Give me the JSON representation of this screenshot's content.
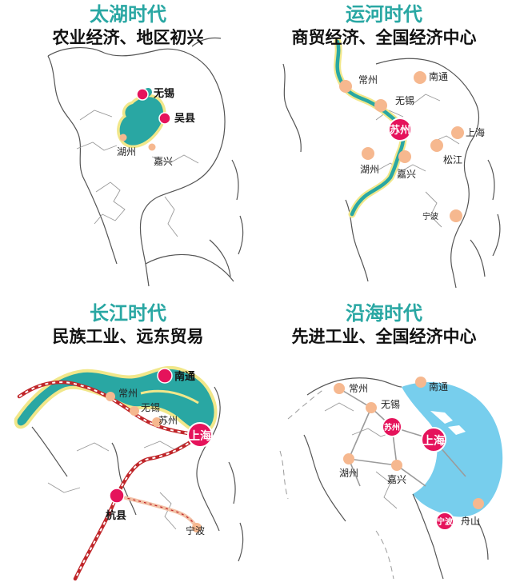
{
  "colors": {
    "teal": "#29a7a3",
    "title": "#29a7a3",
    "yellow_halo": "#f1e78a",
    "major_city": "#e5135b",
    "minor_city": "#f6b88f",
    "sea": "#5fc6ea",
    "rail_red": "#c0262a",
    "rail_light": "#f2c1a6",
    "outline": "#555555"
  },
  "panels": [
    {
      "title": "太湖时代",
      "subtitle": "农业经济、地区初兴",
      "cities": [
        {
          "name": "无锡",
          "kind": "major"
        },
        {
          "name": "吴县",
          "kind": "major"
        },
        {
          "name": "湖州",
          "kind": "minor"
        },
        {
          "name": "嘉兴",
          "kind": "minor"
        }
      ]
    },
    {
      "title": "运河时代",
      "subtitle": "商贸经济、全国经济中心",
      "cities": [
        {
          "name": "常州",
          "kind": "minor"
        },
        {
          "name": "南通",
          "kind": "minor"
        },
        {
          "name": "无锡",
          "kind": "minor"
        },
        {
          "name": "苏州",
          "kind": "major"
        },
        {
          "name": "上海",
          "kind": "minor"
        },
        {
          "name": "松江",
          "kind": "minor"
        },
        {
          "name": "湖州",
          "kind": "minor"
        },
        {
          "name": "嘉兴",
          "kind": "minor"
        },
        {
          "name": "宁波",
          "kind": "minor"
        }
      ]
    },
    {
      "title": "长江时代",
      "subtitle": "民族工业、远东贸易",
      "cities": [
        {
          "name": "南通",
          "kind": "major"
        },
        {
          "name": "常州",
          "kind": "minor"
        },
        {
          "name": "无锡",
          "kind": "minor"
        },
        {
          "name": "苏州",
          "kind": "minor"
        },
        {
          "name": "上海",
          "kind": "major"
        },
        {
          "name": "杭县",
          "kind": "major"
        },
        {
          "name": "宁波",
          "kind": "minor"
        }
      ]
    },
    {
      "title": "沿海时代",
      "subtitle": "先进工业、全国经济中心",
      "cities": [
        {
          "name": "常州",
          "kind": "minor"
        },
        {
          "name": "南通",
          "kind": "minor"
        },
        {
          "name": "无锡",
          "kind": "minor"
        },
        {
          "name": "苏州",
          "kind": "major"
        },
        {
          "name": "上海",
          "kind": "major"
        },
        {
          "name": "湖州",
          "kind": "minor"
        },
        {
          "name": "嘉兴",
          "kind": "minor"
        },
        {
          "name": "宁波",
          "kind": "major"
        },
        {
          "name": "舟山",
          "kind": "minor"
        }
      ]
    }
  ]
}
